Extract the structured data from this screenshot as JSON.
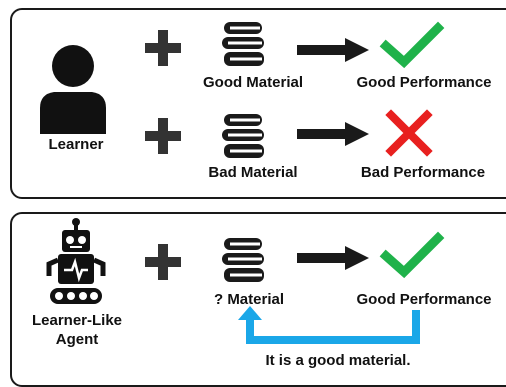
{
  "top_panel": {
    "person_label": "Learner",
    "row1": {
      "material": "Good Material",
      "outcome": "Good Performance",
      "outcome_icon": "check-icon"
    },
    "row2": {
      "material": "Bad Material",
      "outcome": "Bad Performance",
      "outcome_icon": "cross-icon"
    }
  },
  "bottom_panel": {
    "agent_label_line1": "Learner-Like",
    "agent_label_line2": "Agent",
    "material": "? Material",
    "outcome": "Good Performance",
    "feedback_text": "It is a good material.",
    "outcome_icon": "check-icon"
  },
  "colors": {
    "check": "#1fb24a",
    "cross": "#e8201f",
    "feedback_arrow": "#1aa7e8",
    "ink": "#1a1a1a"
  }
}
